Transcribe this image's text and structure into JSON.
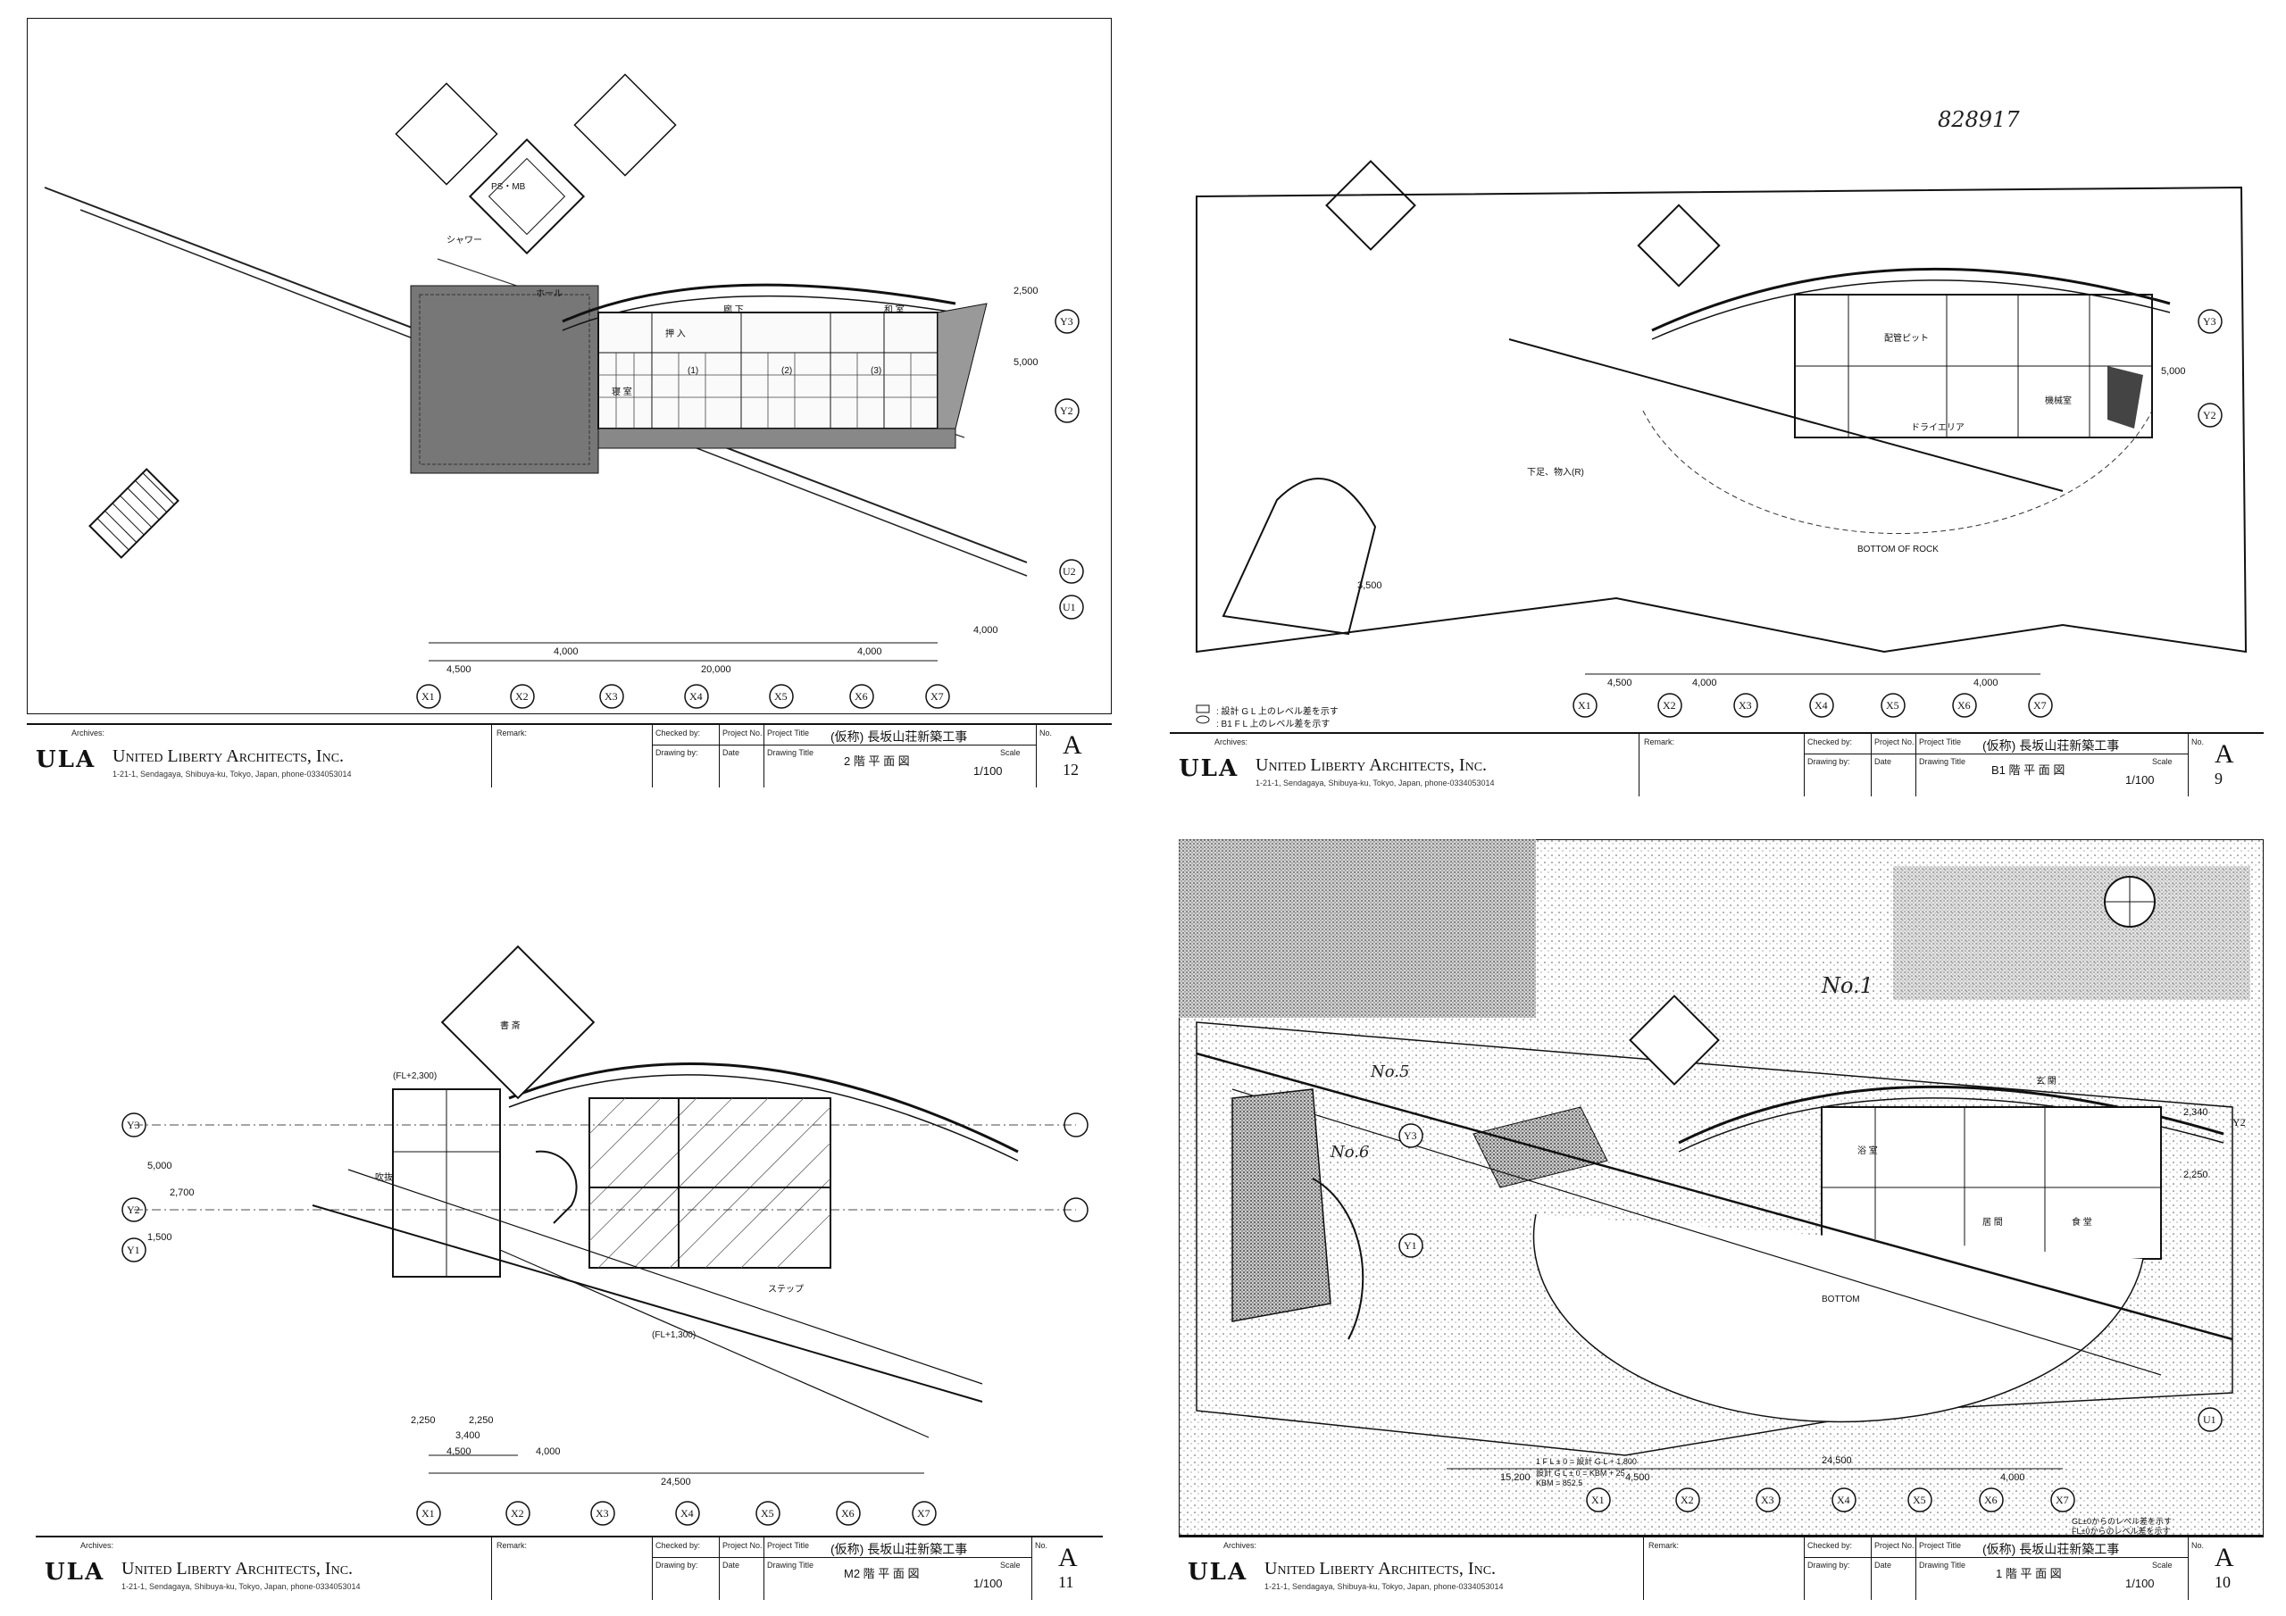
{
  "title_block": {
    "archive_label": "Archives:",
    "firm": "United Liberty Architects, Inc.",
    "logo": "ULA",
    "address": "1-21-1, Sendagaya, Shibuya-ku, Tokyo, Japan, phone-0334053014",
    "remark_label": "Remark:",
    "checked_by_label": "Checked by:",
    "drawing_by_label": "Drawing by:",
    "project_no_label": "Project No.",
    "date_label": "Date",
    "project_title_label": "Project Title",
    "drawing_title_label": "Drawing Title",
    "scale_label": "Scale",
    "no_label": "No.",
    "project_title": "(仮称) 長坂山荘新築工事"
  },
  "sheets": [
    {
      "id": "A12",
      "drawing_title": "2 階 平 面 図",
      "scale": "1/100",
      "sheet_letter": "A",
      "sheet_number": "12",
      "dims_bottom": [
        "4,500",
        "4,000",
        "20,000",
        "4,000"
      ],
      "grid_x": [
        "X1",
        "X2",
        "X3",
        "X4",
        "X5",
        "X6",
        "X7"
      ],
      "grid_y": [
        "Y3",
        "Y2",
        "U2",
        "U1"
      ],
      "dims_side": [
        "2,500",
        "5,000",
        "4,000"
      ],
      "labels": [
        "PS・MB",
        "シャワー",
        "ホール",
        "廊 下",
        "和 室",
        "押 入",
        "寝 室",
        "(1)",
        "(2)",
        "(3)"
      ]
    },
    {
      "id": "A9",
      "drawing_title": "B1 階 平 面 図",
      "scale": "1/100",
      "sheet_letter": "A",
      "sheet_number": "9",
      "handwritten": "828917",
      "dims_bottom": [
        "4,500",
        "4,000",
        "4,000"
      ],
      "grid_x": [
        "X1",
        "X2",
        "X3",
        "X4",
        "X5",
        "X6",
        "X7"
      ],
      "grid_y": [
        "Y3",
        "Y2"
      ],
      "dims_side": [
        "5,000",
        "3,500"
      ],
      "labels": [
        "配管ピット",
        "下足、物入(R)",
        "BOTTOM OF ROCK",
        "機械室",
        "ドライエリア"
      ],
      "legend": [
        ": 設計 G L 上のレベル差を示す",
        ": B1 F L 上のレベル差を示す"
      ]
    },
    {
      "id": "A11",
      "drawing_title": "M2 階 平 面 図",
      "scale": "1/100",
      "sheet_letter": "A",
      "sheet_number": "11",
      "dims_bottom": [
        "4,500",
        "4,000",
        "24,500",
        "2,250",
        "2,250",
        "3,400"
      ],
      "grid_x": [
        "X1",
        "X2",
        "X3",
        "X4",
        "X5",
        "X6",
        "X7"
      ],
      "grid_y": [
        "Y3",
        "Y2",
        "Y1"
      ],
      "dims_side": [
        "5,000",
        "2,700",
        "1,500"
      ],
      "labels": [
        "吹抜",
        "書 斎",
        "(FL+2,300)",
        "ステップ",
        "(FL+1,300)"
      ]
    },
    {
      "id": "A10",
      "drawing_title": "1 階 平 面 図",
      "scale": "1/100",
      "sheet_letter": "A",
      "sheet_number": "10",
      "dims_bottom": [
        "15,200",
        "4,500",
        "24,500",
        "4,000"
      ],
      "grid_x": [
        "X1",
        "X2",
        "X3",
        "X4",
        "X5",
        "X6",
        "X7"
      ],
      "grid_y": [
        "Y3",
        "Y2",
        "Y1",
        "U1"
      ],
      "dims_side": [
        "2,340",
        "2,250"
      ],
      "labels": [
        "玄 関",
        "居 間",
        "食 堂",
        "浴 室",
        "BOTTOM",
        "No.5",
        "No.6",
        "No.1"
      ],
      "notes": [
        "1 F L ± 0 = 設計 G L + 1,800",
        "設計 G L ± 0 = KBM + 25",
        "KBM = 852.5"
      ],
      "legend": [
        "GL±0からのレベル差を示す",
        "FL±0からのレベル差を示す"
      ]
    }
  ]
}
